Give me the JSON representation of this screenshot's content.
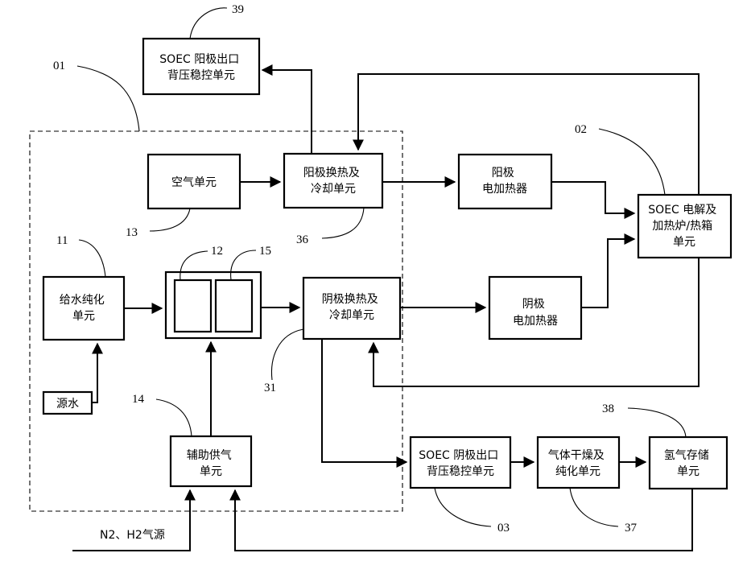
{
  "boxes": {
    "b39": [
      "SOEC 阳极出口",
      "背压稳控单元"
    ],
    "air": [
      "空气单元"
    ],
    "anode_hx": [
      "阳极换热及",
      "冷却单元"
    ],
    "anode_heater": [
      "阳极",
      "电加热器"
    ],
    "soec": [
      "SOEC 电解及",
      "加热炉/热箱",
      "单元"
    ],
    "feedwater": [
      "给水纯化",
      "单元"
    ],
    "cathode_hx": [
      "阴极换热及",
      "冷却单元"
    ],
    "cathode_heater": [
      "阴极",
      "电加热器"
    ],
    "aux_gas": [
      "辅助供气",
      "单元"
    ],
    "b03": [
      "SOEC 阴极出口",
      "背压稳控单元"
    ],
    "dryer": [
      "气体干燥及",
      "纯化单元"
    ],
    "h2_storage": [
      "氢气存储",
      "单元"
    ],
    "source_water": [
      "源水"
    ]
  },
  "labels": {
    "n2h2_source": "N2、H2气源"
  },
  "refs": {
    "r01": "01",
    "r02": "02",
    "r03": "03",
    "r11": "11",
    "r12": "12",
    "r13": "13",
    "r14": "14",
    "r15": "15",
    "r31": "31",
    "r36": "36",
    "r37": "37",
    "r38": "38",
    "r39": "39"
  }
}
